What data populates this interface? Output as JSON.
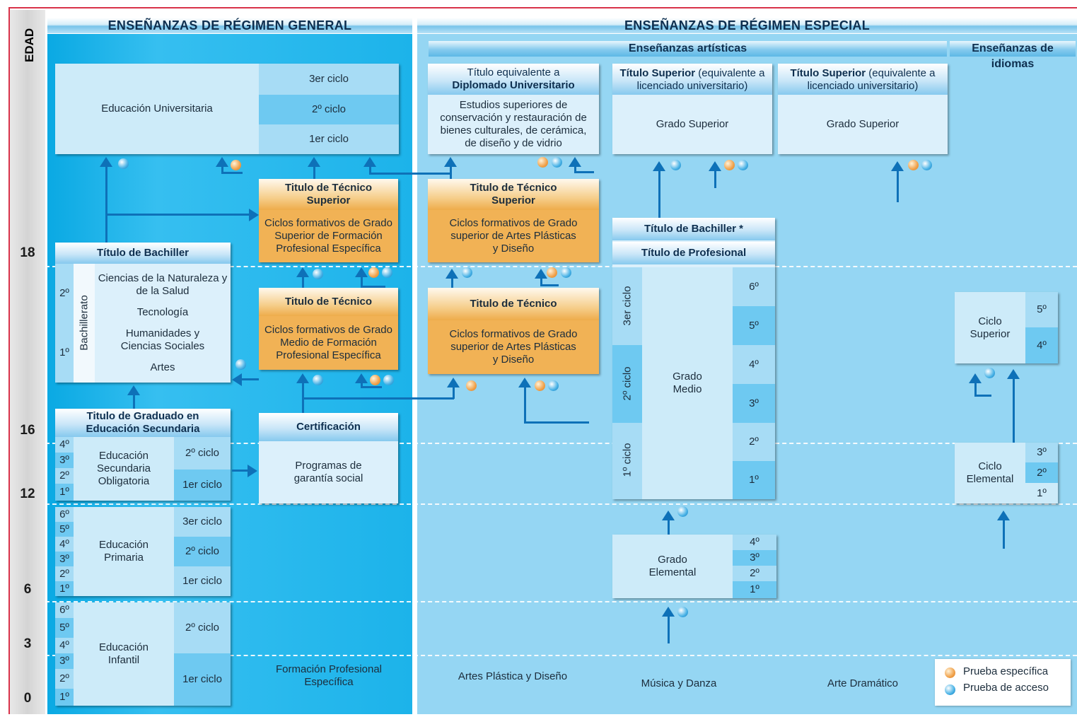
{
  "headers": {
    "general": "ENSEÑANZAS DE RÉGIMEN GENERAL",
    "especial": "ENSEÑANZAS DE RÉGIMEN ESPECIAL",
    "artisticas": "Enseñanzas artísticas",
    "idiomas": "Enseñanzas de idiomas"
  },
  "ages": {
    "edad": "EDAD",
    "a18": "18",
    "a16": "16",
    "a12": "12",
    "a6": "6",
    "a3": "3",
    "a0": "0"
  },
  "universidad": {
    "title": "Educación Universitaria",
    "c3": "3er ciclo",
    "c2": "2º ciclo",
    "c1": "1er ciclo"
  },
  "tecnico_superior_fp": {
    "title": "Titulo de Técnico Superior",
    "body": "Ciclos formativos de Grado Superior de Formación Profesional Específica"
  },
  "tecnico_fp": {
    "title": "Titulo de Técnico",
    "body": "Ciclos formativos de Grado Medio de Formación Profesional Específica"
  },
  "bachiller": {
    "title": "Título de Bachiller",
    "y2": "2º",
    "y1": "1º",
    "label": "Bachillerato",
    "m1": "Ciencias de la Naturaleza y de la Salud",
    "m2": "Tecnología",
    "m3": "Humanidades y Ciencias Sociales",
    "m4": "Artes"
  },
  "graduado": {
    "title": "Titulo de Graduado en Educación Secundaria"
  },
  "eso": {
    "title": "Educación Secundaria Obligatoria",
    "y4": "4º",
    "y3": "3º",
    "y2": "2º",
    "y1": "1º",
    "c2": "2º ciclo",
    "c1": "1er ciclo"
  },
  "certificacion": {
    "title": "Certificación",
    "body": "Programas de garantía social"
  },
  "primaria": {
    "title": "Educación Primaria",
    "y6": "6º",
    "y5": "5º",
    "y4": "4º",
    "y3": "3º",
    "y2": "2º",
    "y1": "1º",
    "c3": "3er ciclo",
    "c2": "2º ciclo",
    "c1": "1er ciclo"
  },
  "infantil": {
    "title": "Educación Infantil",
    "y6": "6º",
    "y5": "5º",
    "y4": "4º",
    "y3": "3º",
    "y2": "2º",
    "y1": "1º",
    "c2": "2º ciclo",
    "c1": "1er ciclo"
  },
  "diplomado": {
    "t1": "Título equivalente a",
    "t2": "Diplomado Universitario",
    "body": "Estudios superiores de conservación y restauración de bienes culturales, de cerámica, de diseño y de vidrio"
  },
  "tecnico_superior_ap": {
    "title": "Titulo de Técnico Superior",
    "body": "Ciclos formativos de Grado superior de Artes Plásticas y Diseño"
  },
  "tecnico_ap": {
    "title": "Titulo de Técnico",
    "body": "Ciclos formativos de Grado superior de Artes Plásticas y Diseño"
  },
  "superior1": {
    "bold": "Título Superior",
    "rest": " (equivalente a licenciado universitario)",
    "body": "Grado Superior"
  },
  "superior2": {
    "bold": "Título Superior",
    "rest": " (equivalente a licenciado universitario)",
    "body": "Grado Superior"
  },
  "musica": {
    "bachiller": "Título de Bachiller *",
    "profesional": "Título de Profesional",
    "c3": "3er ciclo",
    "c2": "2º ciclo",
    "c1": "1º ciclo",
    "medio": "Grado Medio",
    "g6": "6º",
    "g5": "5º",
    "g4": "4º",
    "g3": "3º",
    "g2": "2º",
    "g1": "1º",
    "elemental": "Grado Elemental",
    "e4": "4º",
    "e3": "3º",
    "e2": "2º",
    "e1": "1º"
  },
  "idiomas": {
    "superior": "Ciclo Superior",
    "s5": "5º",
    "s4": "4º",
    "elemental": "Ciclo Elemental",
    "e3": "3º",
    "e2": "2º",
    "e1": "1º"
  },
  "footers": {
    "fp": "Formación Profesional Específica",
    "ap": "Artes Plástica y Diseño",
    "md": "Música y Danza",
    "ad": "Arte Dramático"
  },
  "legend": {
    "especifica": "Prueba específica",
    "acceso": "Prueba de acceso"
  }
}
